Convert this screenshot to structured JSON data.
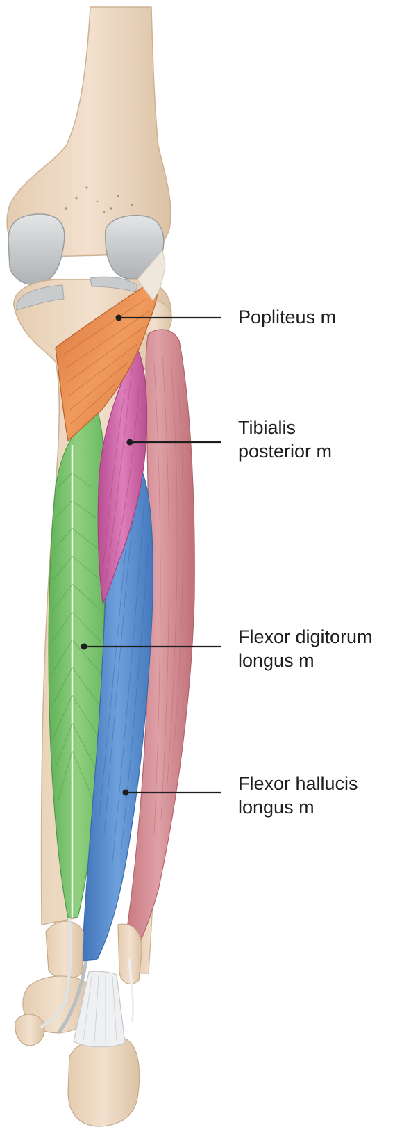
{
  "figure": {
    "labels": [
      {
        "id": "popliteus",
        "lines": [
          "Popliteus m"
        ]
      },
      {
        "id": "tibialis-posterior",
        "lines": [
          "Tibialis",
          "posterior m"
        ]
      },
      {
        "id": "flexor-digitorum-longus",
        "lines": [
          "Flexor digitorum",
          "longus m"
        ]
      },
      {
        "id": "flexor-hallucis-longus",
        "lines": [
          "Flexor hallucis",
          "longus m"
        ]
      }
    ]
  },
  "colors": {
    "background": "#ffffff",
    "bone": "#efdcc6",
    "bone_shade": "#d9c0a4",
    "cartilage": "#c9cccd",
    "popliteus": "#e58a4e",
    "tibialis_posterior": "#cc65a6",
    "flexor_digitorum_longus": "#7cc36f",
    "flexor_hallucis_longus": "#5b8fcf",
    "soleus_fibula_muscle": "#d48b93",
    "tendon": "#eef0f2",
    "leader_line": "#1e1e1e"
  }
}
